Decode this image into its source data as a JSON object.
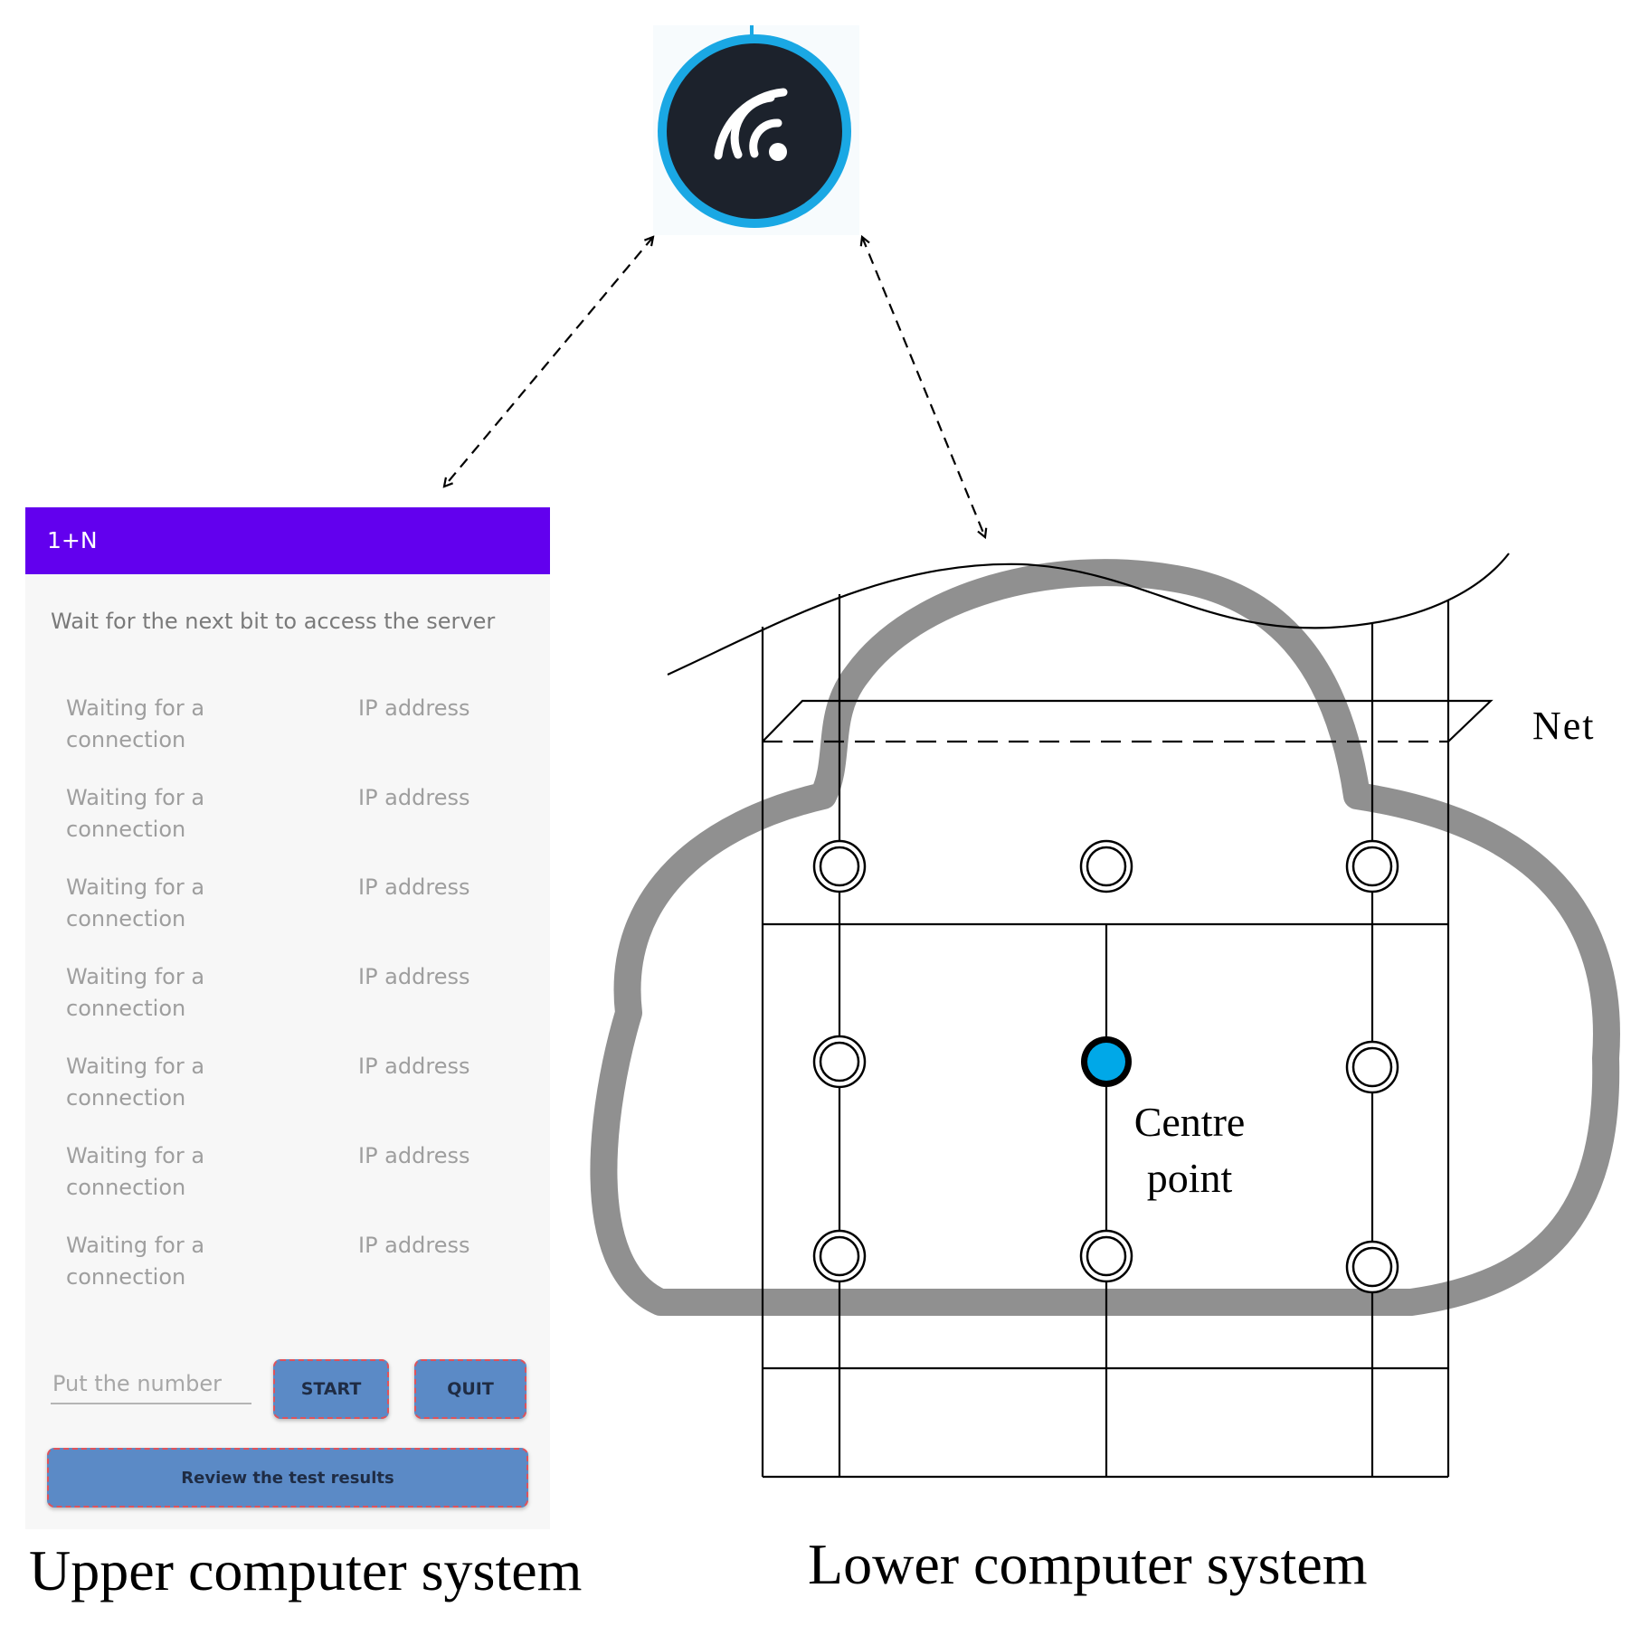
{
  "colors": {
    "app_bar": "#6200ee",
    "button_fill": "#5b8ac6",
    "button_border": "#e0525a",
    "wifi_ring": "#1aa8e4",
    "wifi_body": "#1c222c",
    "centre_point": "#00a8e8",
    "cloud_outline": "#8a8a8a"
  },
  "icons": {
    "wifi": "wifi-icon"
  },
  "upper": {
    "caption": "Upper computer system",
    "app": {
      "title": "1+N",
      "subtitle": "Wait for the next bit to access the server",
      "rows": [
        {
          "status": "Waiting for a connection",
          "ip": "IP address"
        },
        {
          "status": "Waiting for a connection",
          "ip": "IP address"
        },
        {
          "status": "Waiting for a connection",
          "ip": "IP address"
        },
        {
          "status": "Waiting for a connection",
          "ip": "IP address"
        },
        {
          "status": "Waiting for a connection",
          "ip": "IP address"
        },
        {
          "status": "Waiting for a connection",
          "ip": "IP address"
        },
        {
          "status": "Waiting for a connection",
          "ip": "IP address"
        }
      ],
      "number_placeholder": "Put the number",
      "start_label": "START",
      "quit_label": "QUIT",
      "review_label": "Review the test results"
    }
  },
  "lower": {
    "caption": "Lower computer system",
    "net_label": "Net",
    "centre_label": "Centre point"
  }
}
